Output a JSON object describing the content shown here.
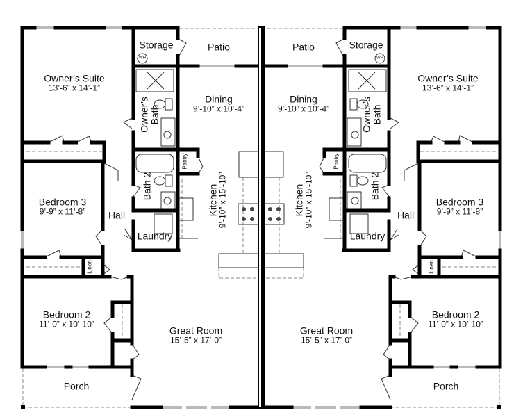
{
  "colors": {
    "wall": "#000000",
    "window": "#bbbbbb",
    "dashed": "#888888"
  },
  "left_unit": {
    "rooms": [
      {
        "id": "owners-suite",
        "name": "Owner’s Suite",
        "dims": "13’-6” x 14’-1”"
      },
      {
        "id": "storage",
        "name": "Storage"
      },
      {
        "id": "patio",
        "name": "Patio"
      },
      {
        "id": "dining",
        "name": "Dining",
        "dims": "9’-10” x 10’-4”"
      },
      {
        "id": "owners-bath",
        "name": "Owner’s Bath"
      },
      {
        "id": "bath-2",
        "name": "Bath 2"
      },
      {
        "id": "pantry",
        "name": "Pantry"
      },
      {
        "id": "kitchen",
        "name": "Kitchen",
        "dims": "9’-10” x 15’-10”"
      },
      {
        "id": "bedroom-3",
        "name": "Bedroom 3",
        "dims": "9’-9” x 11’-8”"
      },
      {
        "id": "hall",
        "name": "Hall"
      },
      {
        "id": "laundry",
        "name": "Laundry"
      },
      {
        "id": "linen",
        "name": "Linen"
      },
      {
        "id": "bedroom-2",
        "name": "Bedroom 2",
        "dims": "11’-0” x 10’-10”"
      },
      {
        "id": "great-room",
        "name": "Great Room",
        "dims": "15’-5” x 17’-0”"
      },
      {
        "id": "porch",
        "name": "Porch"
      }
    ],
    "water_heater": "WH"
  },
  "right_unit": {
    "rooms": [
      {
        "id": "owners-suite",
        "name": "Owner’s Suite",
        "dims": "13’-6” x 14’-1”"
      },
      {
        "id": "storage",
        "name": "Storage"
      },
      {
        "id": "patio",
        "name": "Patio"
      },
      {
        "id": "dining",
        "name": "Dining",
        "dims": "9’-10” x 10’-4”"
      },
      {
        "id": "owners-bath",
        "name": "Owner’s Bath"
      },
      {
        "id": "bath-2",
        "name": "Bath 2"
      },
      {
        "id": "pantry",
        "name": "Pantry"
      },
      {
        "id": "kitchen",
        "name": "Kitchen",
        "dims": "9’-10” x 15’-10”"
      },
      {
        "id": "bedroom-3",
        "name": "Bedroom 3",
        "dims": "9’-9” x 11’-8”"
      },
      {
        "id": "hall",
        "name": "Hall"
      },
      {
        "id": "laundry",
        "name": "Laundry"
      },
      {
        "id": "linen",
        "name": "Linen"
      },
      {
        "id": "bedroom-2",
        "name": "Bedroom 2",
        "dims": "11’-0” x 10’-10”"
      },
      {
        "id": "great-room",
        "name": "Great Room",
        "dims": "15’-5” x 17’-0”"
      },
      {
        "id": "porch",
        "name": "Porch"
      }
    ],
    "water_heater": "WH"
  }
}
